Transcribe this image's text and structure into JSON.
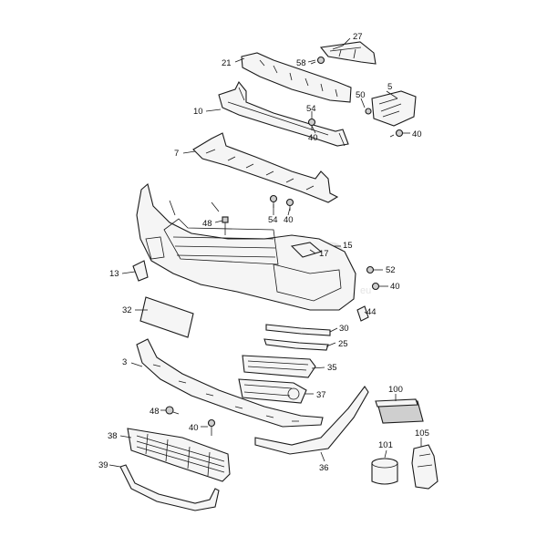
{
  "watermark": {
    "main": "parts",
    "sub": "eu"
  },
  "callouts": {
    "p27": "27",
    "p21": "21",
    "p58": "58",
    "p5": "5",
    "p50": "50",
    "p10": "10",
    "p54a": "54",
    "p40a": "40",
    "p7": "7",
    "p54b": "54",
    "p40b": "40",
    "p48a": "48",
    "p15": "15",
    "p17": "17",
    "p13": "13",
    "p52": "52",
    "p40c": "40",
    "p44": "44",
    "p32": "32",
    "p30": "30",
    "p25": "25",
    "p3": "3",
    "p35": "35",
    "p100": "100",
    "p37": "37",
    "p48b": "48",
    "p40d": "40",
    "p38": "38",
    "p105": "105",
    "p101": "101",
    "p36": "36",
    "p39": "39"
  }
}
